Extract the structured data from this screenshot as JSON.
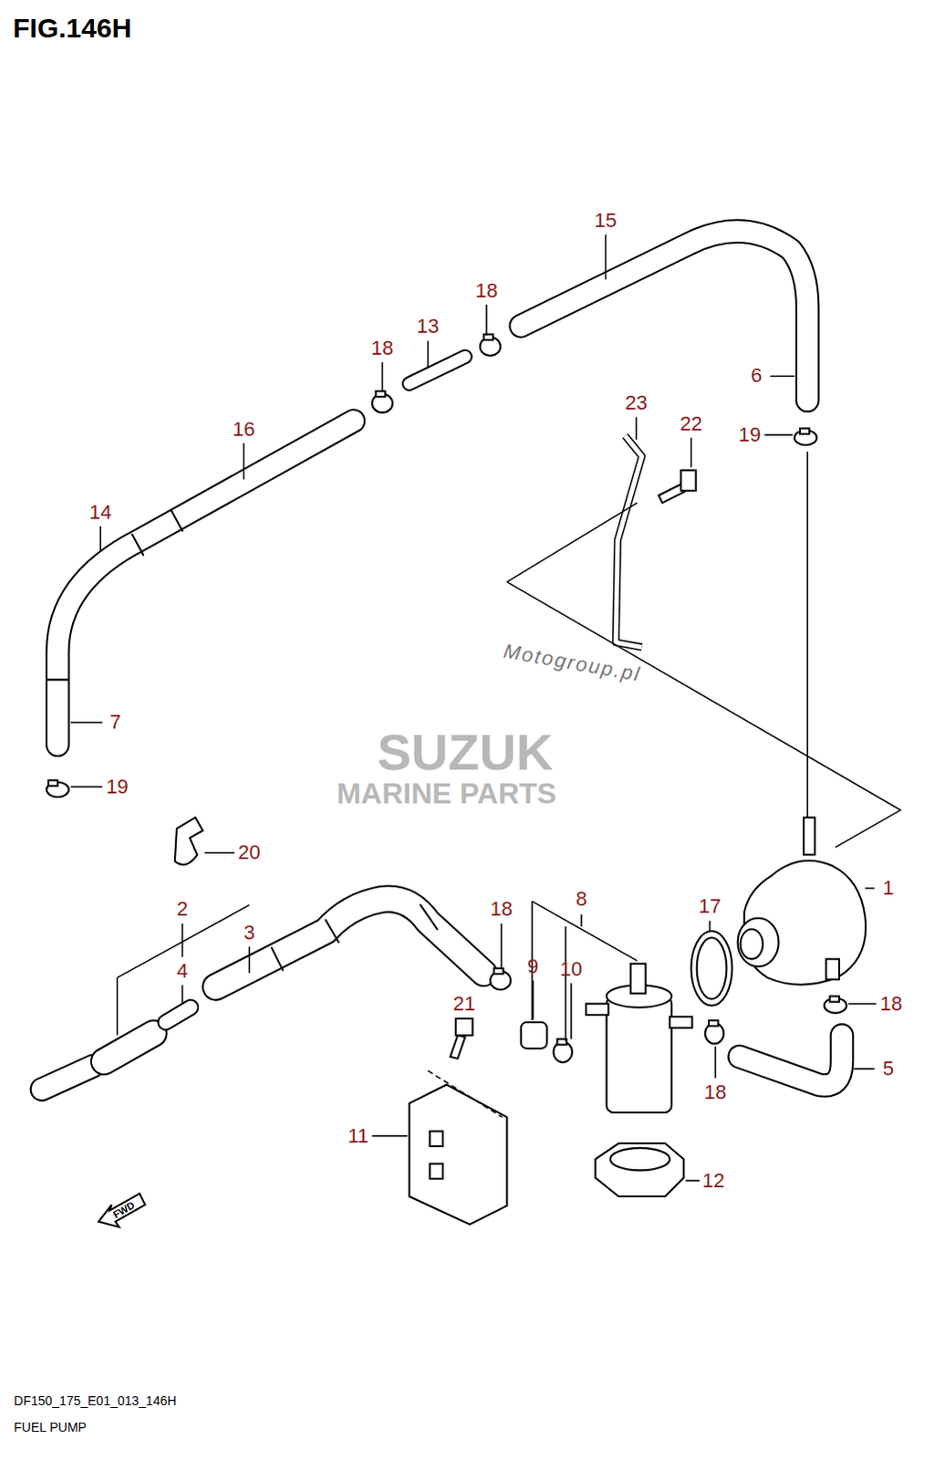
{
  "diagram": {
    "title": "FIG.146H",
    "labels": [
      "15",
      "18",
      "13",
      "18",
      "6",
      "23",
      "22",
      "16",
      "19",
      "14",
      "Motogroup.pl",
      "7",
      "SUZUK",
      "MARINE PARTS",
      "19",
      "20",
      "1",
      "8",
      "2",
      "18",
      "17",
      "3",
      "9",
      "10",
      "4",
      "21",
      "18",
      "5",
      "18",
      "11",
      "12",
      "FWD",
      "DF150_175_E01_013_146H",
      "FUEL PUMP"
    ]
  }
}
